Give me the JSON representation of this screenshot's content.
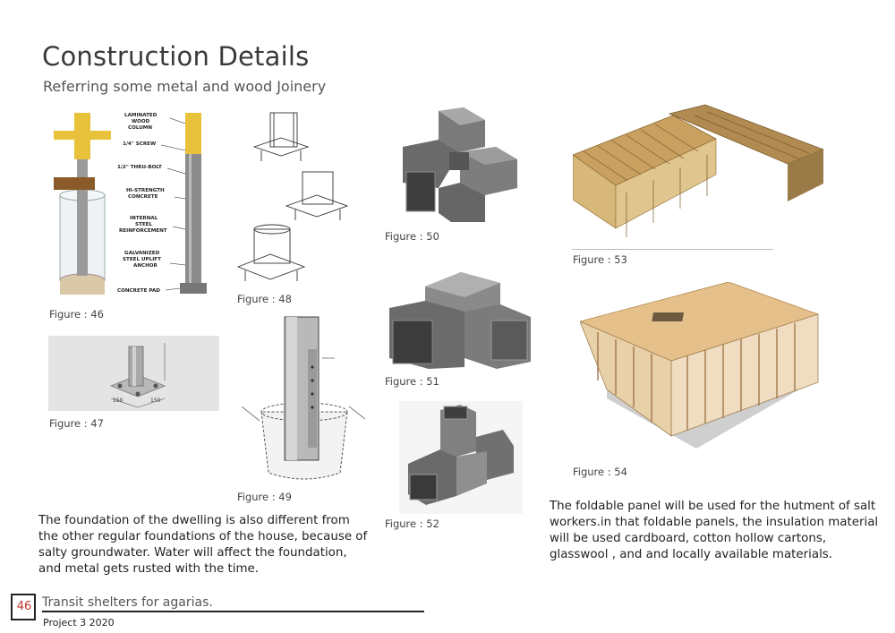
{
  "page": {
    "title": "Construction Details",
    "subtitle": "Referring some metal and wood Joinery"
  },
  "figures": {
    "fig46": {
      "caption": "Figure  : 46",
      "labels": [
        "LAMINATED",
        "WOOD",
        "COLUMN",
        "1/4\" SCREW",
        "1/2\" THRU-BOLT",
        "HI-STRENGTH",
        "CONCRETE",
        "INTERNAL",
        "STEEL",
        "REINFORCEMENT",
        "GALVANIZED",
        "STEEL UPLIFT",
        "ANCHOR",
        "CONCRETE PAD"
      ]
    },
    "fig47": {
      "caption": "Figure  : 47",
      "dims": [
        "150",
        "150"
      ]
    },
    "fig48": {
      "caption": "Figure  : 48"
    },
    "fig49": {
      "caption": "Figure  : 49"
    },
    "fig50": {
      "caption": "Figure  : 50"
    },
    "fig51": {
      "caption": "Figure  : 51"
    },
    "fig52": {
      "caption": "Figure  : 52"
    },
    "fig53": {
      "caption": "Figure  : 53"
    },
    "fig54": {
      "caption": "Figure  : 54"
    }
  },
  "text": {
    "foundation": "The foundation of the dwelling is also different from the other regular foundations of the house, because of salty groundwater. Water will affect the foundation, and metal gets rusted with the time.",
    "panel": "The foldable panel will be used for the hutment of salt workers.in that foldable panels, the insulation material will be used cardboard, cotton hollow cartons, glasswool , and and locally available materials."
  },
  "footer": {
    "page_number": "46",
    "title": "Transit shelters for agarias.",
    "project": "Project 3 2020"
  },
  "colors": {
    "accent": "#c0392b",
    "wood": "#e8c23a",
    "steel": "#6e6e6e"
  }
}
